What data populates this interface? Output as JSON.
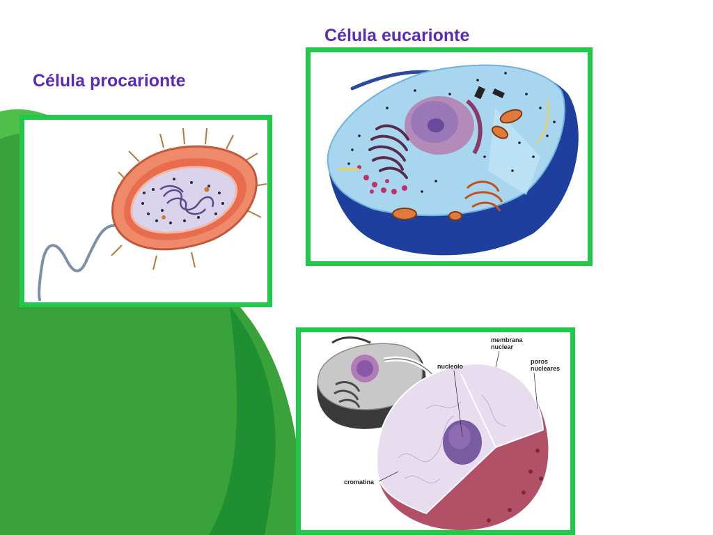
{
  "titles": {
    "prokaryote": "Célula procarionte",
    "eukaryote": "Célula eucarionte"
  },
  "nucleus_labels": {
    "membrane_line1": "membrana",
    "membrane_line2": "nuclear",
    "nucleolus": "nucleolo",
    "pores_line1": "poros",
    "pores_line2": "nucleares",
    "chromatin": "cromatina"
  },
  "colors": {
    "frame": "#22c84a",
    "title": "#5b2bb5",
    "background_green": "#3aa23a",
    "background_green_dark": "#1f8f32"
  }
}
